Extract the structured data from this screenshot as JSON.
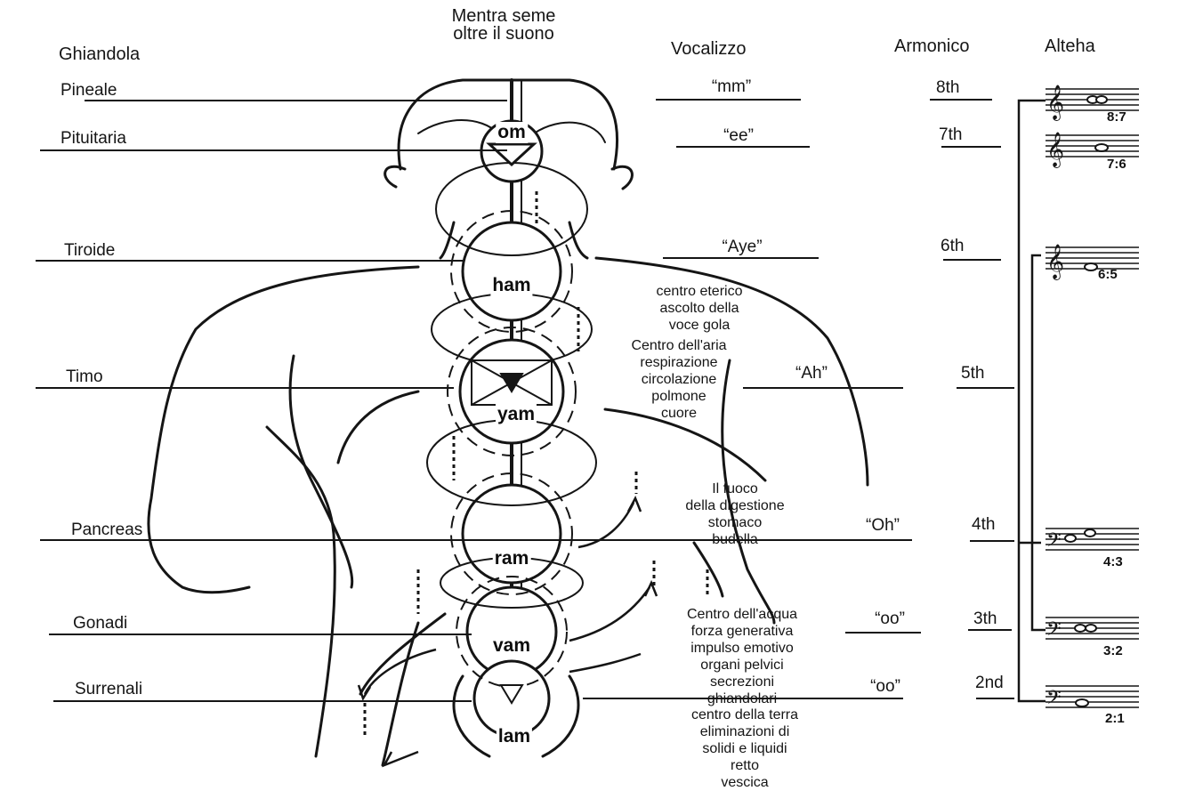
{
  "headers": {
    "gland": "Ghiandola",
    "mantra": "Mentra seme\noltre il suono",
    "vocal": "Vocalizzo",
    "harmonic": "Armonico",
    "height": "Alteha"
  },
  "glands": [
    "Pineale",
    "Pituitaria",
    "Tiroide",
    "Timo",
    "Pancreas",
    "Gonadi",
    "Surrenali"
  ],
  "vocalizations": [
    "“mm”",
    "“ee”",
    "“Aye”",
    "“Ah”",
    "“Oh”",
    "“oo”",
    "“oo”"
  ],
  "harmonics": [
    "8th",
    "7th",
    "6th",
    "5th",
    "4th",
    "3th",
    "2nd"
  ],
  "mantras": [
    "om",
    "ham",
    "yam",
    "ram",
    "vam",
    "lam"
  ],
  "ratios": [
    "8:7",
    "7:6",
    "6:5",
    "4:3",
    "3:2",
    "2:1"
  ],
  "descriptions": {
    "throat": "centro eterico\nascolto della\nvoce gola",
    "air": "Centro dell'aria\nrespirazione\ncircolazione\npolmone\ncuore",
    "fire": "Il fuoco\ndella digestione\nstomaco\nbudella",
    "water": "Centro dell'acqua\nforza generativa\nimpulso emotivo\norgani pelvici\nsecrezioni\nghiandolari",
    "earth": "centro della terra\neliminazioni di\nsolidi e liquidi\nretto\nvescica"
  },
  "colors": {
    "ink": "#151515",
    "paper": "#ffffff"
  }
}
